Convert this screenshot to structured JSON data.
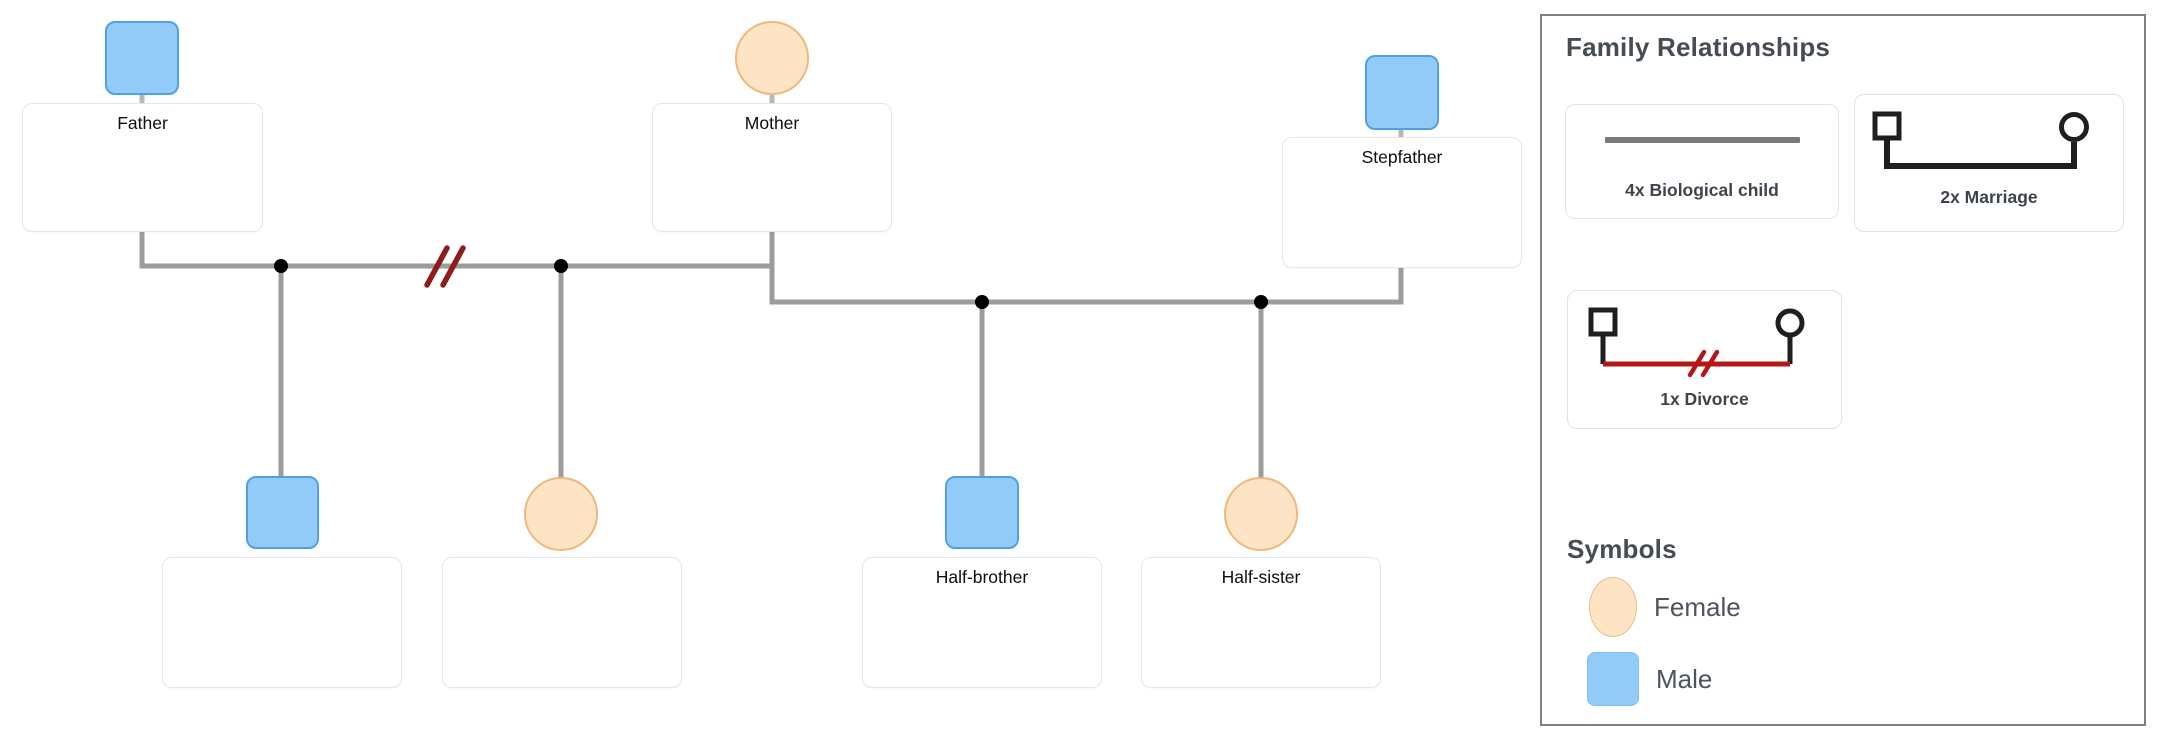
{
  "diagram": {
    "people": {
      "father": {
        "label": "Father",
        "sex": "male"
      },
      "mother": {
        "label": "Mother",
        "sex": "female"
      },
      "stepfather": {
        "label": "Stepfather",
        "sex": "male"
      },
      "son": {
        "label": "",
        "sex": "male"
      },
      "daughter": {
        "label": "",
        "sex": "female"
      },
      "half_brother": {
        "label": "Half-brother",
        "sex": "male"
      },
      "half_sister": {
        "label": "Half-sister",
        "sex": "female"
      }
    },
    "edges": [
      {
        "type": "divorce",
        "between": [
          "father",
          "mother"
        ]
      },
      {
        "type": "marriage",
        "between": [
          "mother",
          "stepfather"
        ]
      },
      {
        "type": "biological_child",
        "parents_line": "father-mother",
        "child": "son"
      },
      {
        "type": "biological_child",
        "parents_line": "father-mother",
        "child": "daughter"
      },
      {
        "type": "biological_child",
        "parents_line": "mother-stepfather",
        "child": "half_brother"
      },
      {
        "type": "biological_child",
        "parents_line": "mother-stepfather",
        "child": "half_sister"
      }
    ]
  },
  "legend": {
    "title": "Family Relationships",
    "items": [
      {
        "label": "4x Biological child",
        "type": "biological_child"
      },
      {
        "label": "2x Marriage",
        "type": "marriage"
      },
      {
        "label": "1x Divorce",
        "type": "divorce"
      }
    ],
    "symbols_title": "Symbols",
    "symbols": [
      {
        "label": "Female",
        "shape": "circle"
      },
      {
        "label": "Male",
        "shape": "square"
      }
    ]
  },
  "colors": {
    "male_fill": "#92cbf7",
    "male_stroke": "#51a0e4",
    "female_fill": "#fde4c4",
    "female_stroke": "#eeb87e",
    "connector_gray": "#9c9c9c",
    "divorce_red_diagram": "#8f1b1b",
    "divorce_red_legend": "#b61616",
    "glyph_black": "#1f1f1f",
    "panel_border": "#808080",
    "heading_text": "#454c54"
  }
}
